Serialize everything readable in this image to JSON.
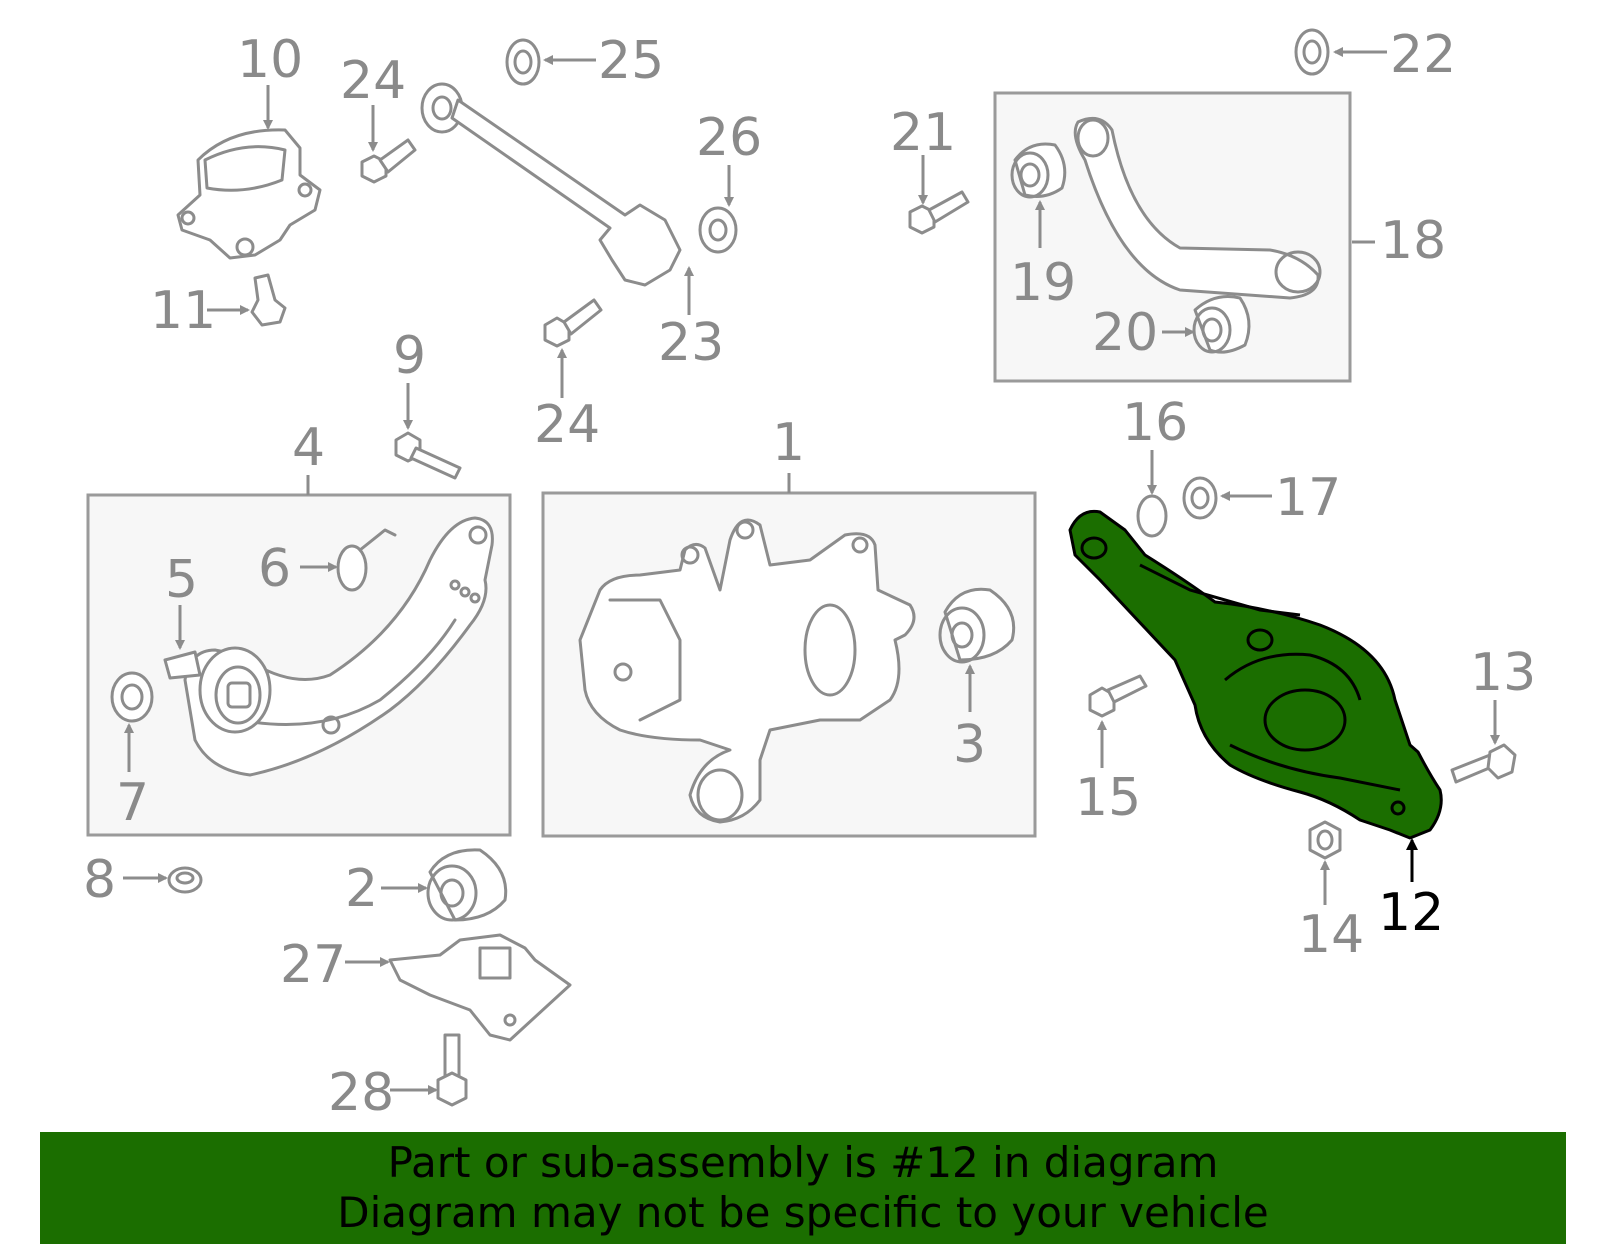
{
  "callouts": {
    "c1": "1",
    "c2": "2",
    "c3": "3",
    "c4": "4",
    "c5": "5",
    "c6": "6",
    "c7": "7",
    "c8": "8",
    "c9": "9",
    "c10": "10",
    "c11": "11",
    "c12": "12",
    "c13": "13",
    "c14": "14",
    "c15": "15",
    "c16": "16",
    "c17": "17",
    "c18": "18",
    "c19": "19",
    "c20": "20",
    "c21": "21",
    "c22": "22",
    "c23": "23",
    "c24a": "24",
    "c24b": "24",
    "c25": "25",
    "c26": "26",
    "c27": "27",
    "c28": "28"
  },
  "highlight_part": "12",
  "colors": {
    "highlight": "#1b6e00",
    "line": "#8c8c8c",
    "label": "#8a8a8a",
    "box_fill": "#f7f7f7"
  },
  "banner": {
    "line1": "Part or sub-assembly is #12 in diagram",
    "line2": "Diagram may not be specific to your vehicle"
  }
}
